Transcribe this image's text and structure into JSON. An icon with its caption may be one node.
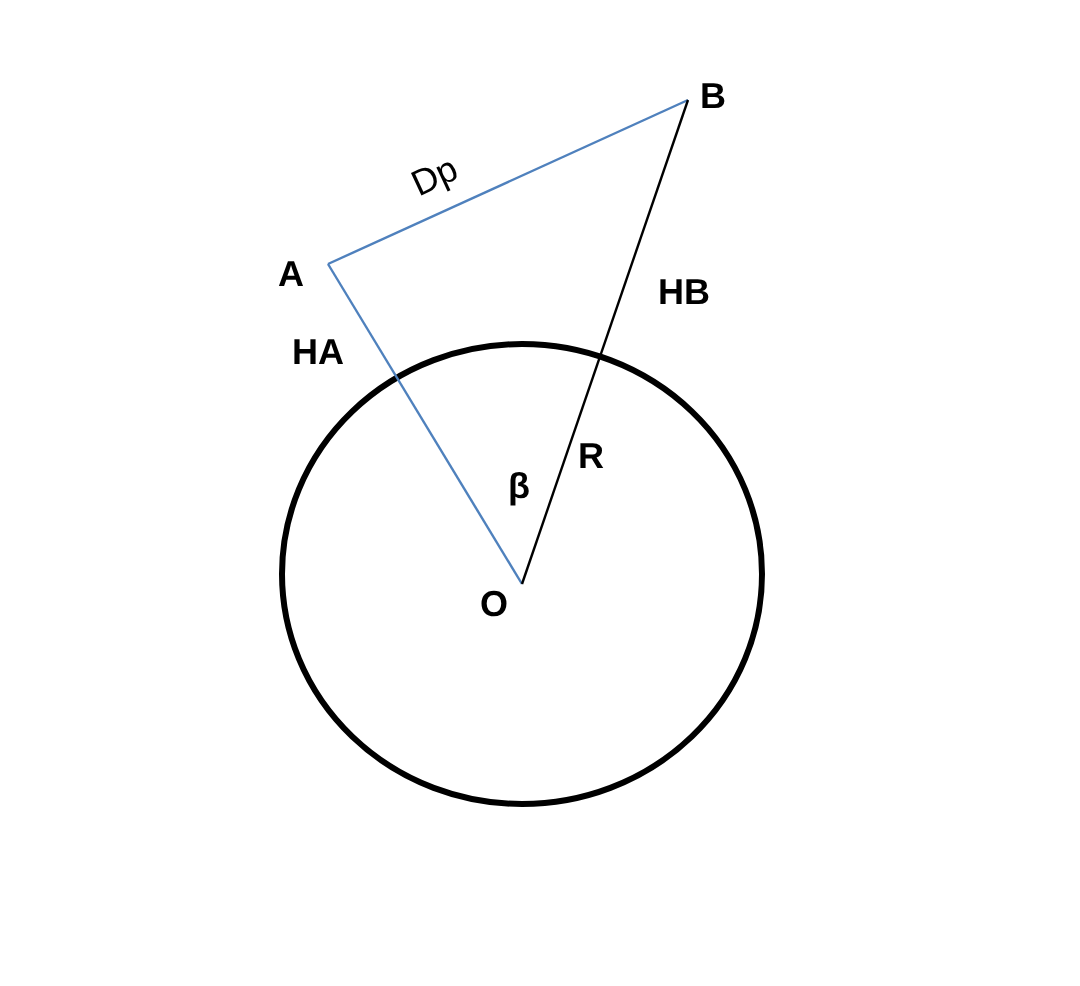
{
  "diagram": {
    "nodes": [
      {
        "text": [
          "A"
        ]
      },
      {
        "text": [
          "B"
        ]
      },
      {
        "text": [
          "O"
        ]
      }
    ],
    "edges": [
      {
        "from": 0,
        "to": 1,
        "arrow": "none",
        "label": "Dp"
      },
      {
        "from": 2,
        "to": 0,
        "arrow": "none"
      },
      {
        "from": 2,
        "to": 1,
        "arrow": "none",
        "color": "#000000"
      }
    ],
    "labels": [
      "HB",
      "HA",
      "R",
      "β"
    ]
  }
}
